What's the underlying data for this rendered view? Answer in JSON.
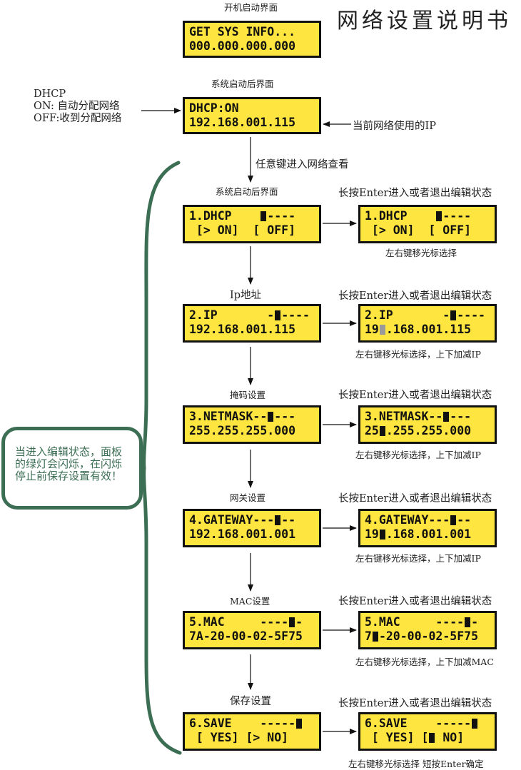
{
  "doc_title": "网络设置说明书",
  "boot": {
    "caption": "开机启动界面",
    "lcd_line1": "GET SYS INFO...",
    "lcd_line2": "000.000.000.000"
  },
  "after_boot": {
    "caption": "系统启动后界面",
    "lcd_line1": "DHCP:ON",
    "lcd_line2": "192.168.001.115",
    "dhcp_note": [
      "DHCP",
      "ON: 自动分配网络",
      "OFF:收到分配网络"
    ],
    "ip_note": "当前网络使用的IP",
    "any_key": "任意键进入网络查看"
  },
  "steps": [
    {
      "caption": "系统启动后界面",
      "edit_caption": "长按Enter进入或者退出编辑状态",
      "left_line1": "1.DHCP",
      "left_line1_tail": "----",
      "left_line2": " [> ON]  [ OFF]",
      "right_line1": "1.DHCP",
      "right_line1_tail": "----",
      "right_line2": " [> ON]  [ OFF]",
      "hint": "左右键移光标选择"
    },
    {
      "caption": "Ip地址",
      "edit_caption": "长按Enter进入或者退出编辑状态",
      "left_line1": "2.IP",
      "left_line1_tail": "----",
      "left_line2": "192.168.001.115",
      "right_line1": "2.IP",
      "right_line1_tail": "----",
      "right_line2_a": "19",
      "right_line2_b": ".168.001.115",
      "hint": "左右键移光标选择，上下加减IP"
    },
    {
      "caption": "掩码设置",
      "edit_caption": "长按Enter进入或者退出编辑状态",
      "left_line1": "3.NETMASK--",
      "left_line1_tail": "---",
      "left_line2": "255.255.255.000",
      "right_line1": "3.NETMASK--",
      "right_line1_tail": "---",
      "right_line2_a": "25",
      "right_line2_b": ".255.255.000",
      "hint": "左右键移光标选择，上下加减IP"
    },
    {
      "caption": "网关设置",
      "edit_caption": "长按Enter进入或者退出编辑状态",
      "left_line1": "4.GATEWAY---",
      "left_line1_tail": "--",
      "left_line2": "192.168.001.001",
      "right_line1": "4.GATEWAY---",
      "right_line1_tail": "--",
      "right_line2_a": "19",
      "right_line2_b": ".168.001.001",
      "hint": "左右键移光标选择，上下加减IP"
    },
    {
      "caption": "MAC设置",
      "edit_caption": "长按Enter进入或者退出编辑状态",
      "left_line1": "5.MAC     ----",
      "left_line1_tail": "-",
      "left_line2": "7A-20-00-02-5F75",
      "right_line1": "5.MAC     ----",
      "right_line1_tail": "-",
      "right_line2_a": "7",
      "right_line2_b": "-20-00-02-5F75",
      "hint": "左右键移光标选择，上下加减MAC"
    },
    {
      "caption": "保存设置",
      "edit_caption": "长按Enter进入或者退出编辑状态",
      "left_line1": "6.SAVE    -----",
      "left_line2": " [ YES] [> NO]",
      "right_line1": "6.SAVE    -----",
      "right_line2_a": " [ YES] [",
      "right_line2_b": " NO]",
      "hint": "左右键移光标选择 短按Enter确定"
    }
  ],
  "edit_note": "当进入编辑状态，面板的绿灯会闪烁，在闪烁停止前保存设置有效！",
  "colors": {
    "lcd": "#ffe53f",
    "note": "#3c6e54",
    "block": "#111111"
  }
}
